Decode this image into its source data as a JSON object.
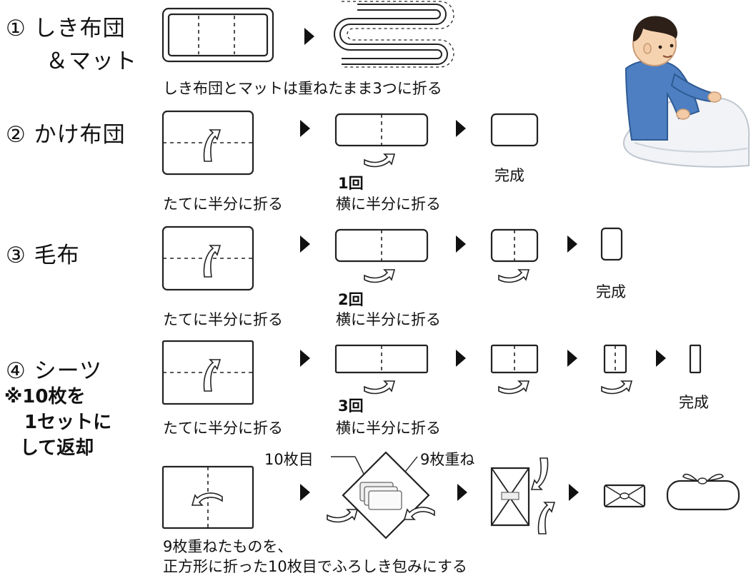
{
  "sections": {
    "s1": {
      "label_line1": "① しき布団",
      "label_line2": "＆マット",
      "caption": "しき布団とマットは重ねたまま3つに折る"
    },
    "s2": {
      "label": "② かけ布団",
      "caption1": "たてに半分に折る",
      "count": "1回",
      "caption2": "横に半分に折る",
      "done": "完成"
    },
    "s3": {
      "label": "③ 毛布",
      "caption1": "たてに半分に折る",
      "count": "2回",
      "caption2": "横に半分に折る",
      "done": "完成"
    },
    "s4": {
      "label": "④ シーツ",
      "note": [
        "※10枚を",
        "1セットに",
        "して返却"
      ],
      "caption1": "たてに半分に折る",
      "count": "3回",
      "caption2": "横に半分に折る",
      "done": "完成"
    },
    "wrap": {
      "label_10th": "10枚目",
      "label_9": "9枚重ね",
      "caption_line1": "9枚重ねたものを、",
      "caption_line2": "正方形に折った10枚目でふろしき包みにする"
    }
  }
}
